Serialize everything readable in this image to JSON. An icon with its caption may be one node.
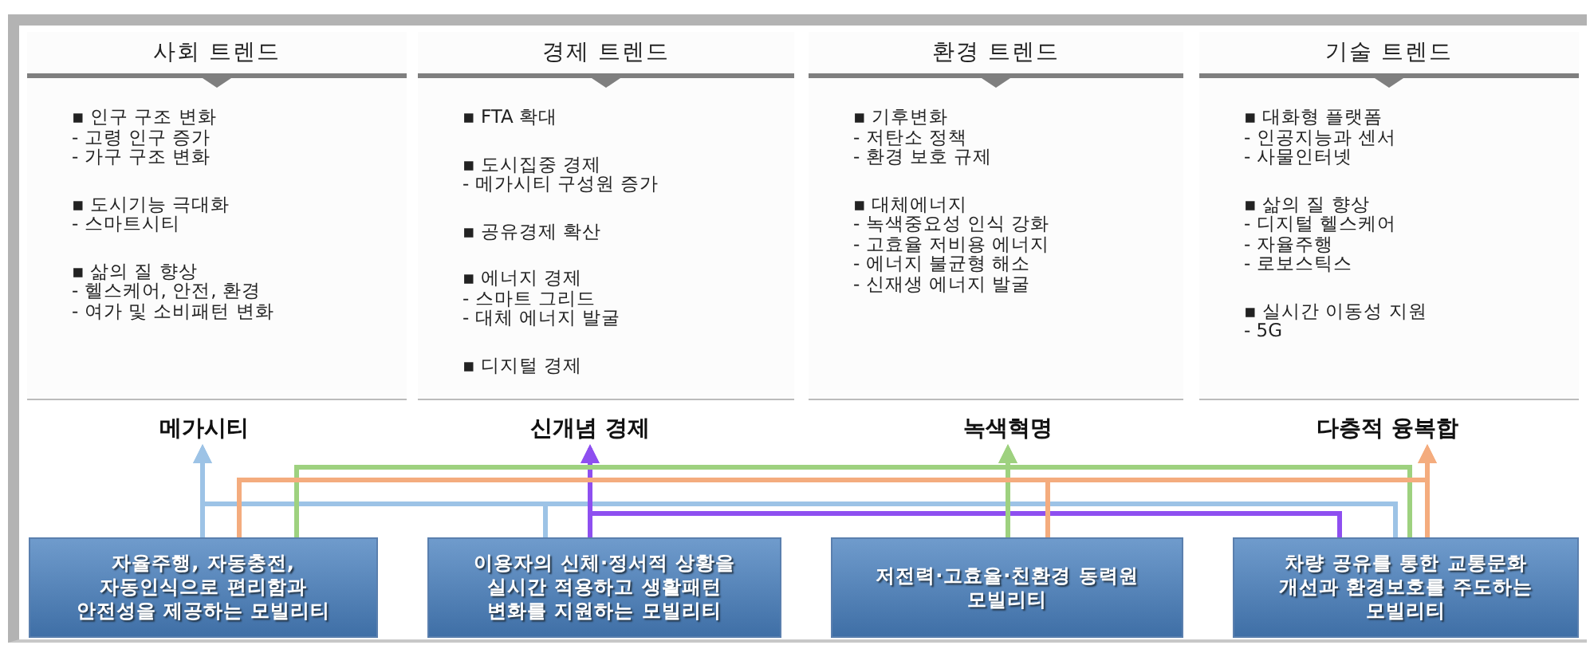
{
  "diagram": {
    "nodes": [
      {
        "text": [
          "사회 트렌드",
          "▪ 인구 구조 변화",
          "- 고령 인구 증가",
          "- 가구 구조 변화",
          "▪ 도시기능 극대화",
          "- 스마트시티",
          "▪ 삶의 질 향상",
          "- 헬스케어, 안전, 환경",
          "- 여가 및 소비패턴 변화"
        ]
      },
      {
        "text": [
          "경제 트렌드",
          "▪ FTA 확대",
          "▪ 도시집중 경제",
          "- 메가시티 구성원 증가",
          "▪ 공유경제 확산",
          "▪ 에너지 경제",
          "- 스마트 그리드",
          "- 대체 에너지 발굴",
          "▪ 디지털 경제"
        ]
      },
      {
        "text": [
          "환경 트렌드",
          "▪ 기후변화",
          "- 저탄소 정책",
          "- 환경 보호 규제",
          "▪ 대체에너지",
          "- 녹색중요성 인식 강화",
          "- 고효율 저비용 에너지",
          "- 에너지 불균형 해소",
          "- 신재생 에너지 발굴"
        ]
      },
      {
        "text": [
          "기술 트렌드",
          "▪ 대화형 플랫폼",
          "- 인공지능과 센서",
          "- 사물인터넷",
          "▪ 삶의 질 향상",
          "- 디지털 헬스케어",
          "- 자율주행",
          "- 로보스틱스",
          "▪ 실시간 이동성 지원",
          "- 5G"
        ]
      },
      {
        "text": [
          "메가시티"
        ]
      },
      {
        "text": [
          "신개념 경제"
        ]
      },
      {
        "text": [
          "녹색혁명"
        ]
      },
      {
        "text": [
          "다층적 융복합"
        ]
      },
      {
        "text": [
          "자율주행, 자동충전, 자동인식으로 편리함과 안전성을 제공하는 모빌리티"
        ]
      },
      {
        "text": [
          "이용자의 신체·정서적 상황을 실시간 적용하고 생활패턴 변화를 지원하는 모빌리티"
        ]
      },
      {
        "text": [
          "저전력·고효율·친환경 동력원 모빌리티"
        ]
      },
      {
        "text": [
          "차량 공유를 통한 교통문화 개선과 환경보호를 주도하는 모빌리티"
        ]
      }
    ],
    "edges": [
      {
        "from": 8,
        "to": 4,
        "arrow": "to",
        "color": "#9dc3e6"
      },
      {
        "from": 9,
        "to": 4,
        "arrow": "to",
        "color": "#9dc3e6"
      },
      {
        "from": 11,
        "to": 4,
        "arrow": "to",
        "color": "#9dc3e6"
      },
      {
        "from": 9,
        "to": 5,
        "arrow": "to",
        "color": "#8e4ff0"
      },
      {
        "from": 11,
        "to": 5,
        "arrow": "to",
        "color": "#8e4ff0"
      },
      {
        "from": 10,
        "to": 6,
        "arrow": "to",
        "color": "#9ed17f"
      },
      {
        "from": 8,
        "to": 6,
        "arrow": "to",
        "color": "#9ed17f"
      },
      {
        "from": 11,
        "to": 6,
        "arrow": "to",
        "color": "#9ed17f"
      },
      {
        "from": 11,
        "to": 7,
        "arrow": "to",
        "color": "#f4ac7e"
      },
      {
        "from": 8,
        "to": 7,
        "arrow": "to",
        "color": "#f4ac7e"
      },
      {
        "from": 10,
        "to": 7,
        "arrow": "to",
        "color": "#f4ac7e"
      }
    ]
  }
}
